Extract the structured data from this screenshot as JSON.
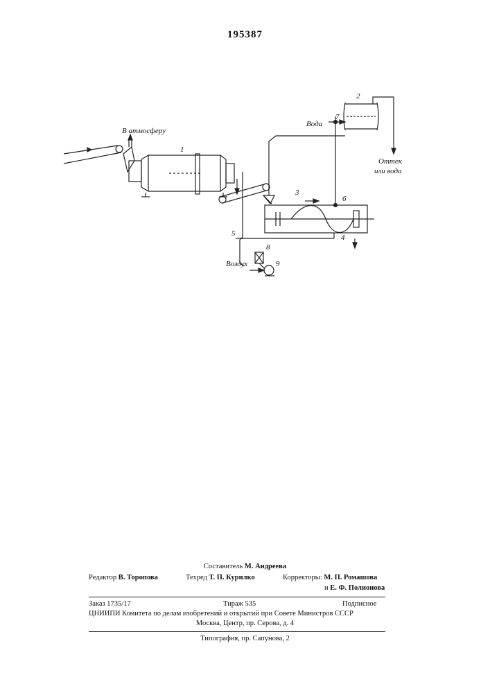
{
  "patent_number": "195387",
  "diagram": {
    "labels": {
      "to_atmosphere": "В атмосферу",
      "water": "Вода",
      "drain_or_water_1": "Оттек",
      "drain_or_water_2": "или вода",
      "air": "Воздух",
      "n1": "1",
      "n2": "2",
      "n3": "3",
      "n4": "4",
      "n5": "5",
      "n6": "6",
      "n7": "7",
      "n8": "8",
      "n9": "9"
    }
  },
  "imprint": {
    "compiler_label": "Составитель",
    "compiler_name": "М. Андреева",
    "editor_label": "Редактор",
    "editor_name": "В. Торопова",
    "techred_label": "Техред",
    "techred_name": "Т. П. Курилко",
    "correctors_label": "Корректоры:",
    "corrector_1": "М. П. Ромашова",
    "corrector_2_prefix": "и",
    "corrector_2": "Е. Ф. Полионова",
    "order": "Заказ 1735/17",
    "circulation": "Тираж 535",
    "subscription": "Подписное",
    "org_line": "ЦНИИПИ Комитета по делам изобретений и открытий при Совете Министров СССР",
    "address": "Москва, Центр, пр. Серова, д. 4",
    "printing": "Типография, пр. Сапунова, 2"
  }
}
